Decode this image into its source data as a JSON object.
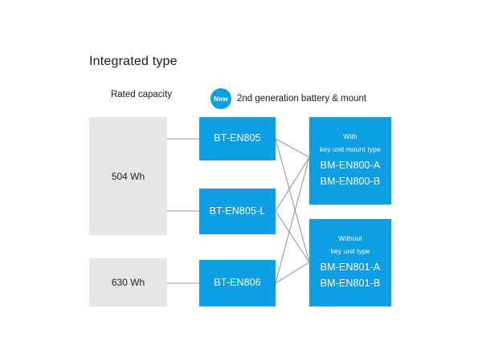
{
  "title": "Integrated type",
  "columns": {
    "capacity_header": "Rated capacity",
    "generation_header": "2nd generation battery & mount",
    "new_badge": "New"
  },
  "colors": {
    "blue": "#0d9ee4",
    "gray": "#e6e6e6",
    "line": "#9a9a9a",
    "text": "#1a1a1a"
  },
  "capacities": [
    {
      "label": "504 Wh"
    },
    {
      "label": "630 Wh"
    }
  ],
  "batteries": [
    {
      "label": "BT-EN805"
    },
    {
      "label": "BT-EN805-L"
    },
    {
      "label": "BT-EN806"
    }
  ],
  "mounts": [
    {
      "sub_line1": "With",
      "sub_line2": "key unit mount type",
      "code1": "BM-EN800-A",
      "code2": "BM-EN800-B"
    },
    {
      "sub_line1": "Without",
      "sub_line2": "key unit type",
      "code1": "BM-EN801-A",
      "code2": "BM-EN801-B"
    }
  ]
}
